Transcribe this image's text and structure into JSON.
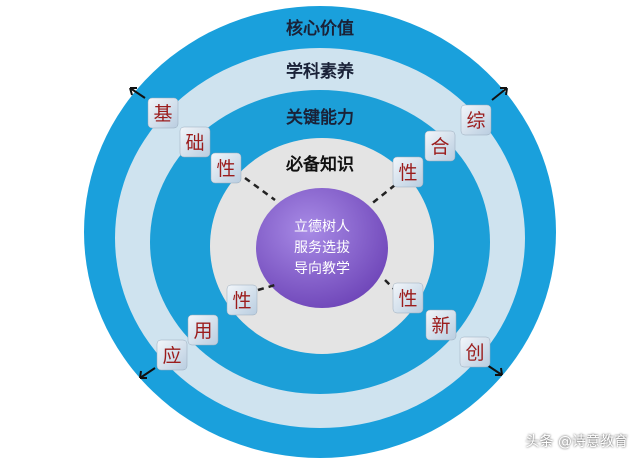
{
  "rings": {
    "outer": "核心价值",
    "second": "学科素养",
    "third": "关键能力",
    "core": "必备知识"
  },
  "center": {
    "lines": [
      "立德树人",
      "服务选拔",
      "导向教学"
    ]
  },
  "branches": {
    "top_left": [
      "基",
      "础",
      "性"
    ],
    "top_right": [
      "综",
      "合",
      "性"
    ],
    "bottom_left": [
      "应",
      "用",
      "性"
    ],
    "bottom_right": [
      "创",
      "新",
      "性"
    ]
  },
  "watermark": "头条 @诗意教育",
  "colors": {
    "blue": "#1aa0dc",
    "light": "#cfe3ef",
    "gray": "#e4e4e4",
    "purple": "#8a5fd0",
    "tile_text": "#9b1c1c"
  }
}
